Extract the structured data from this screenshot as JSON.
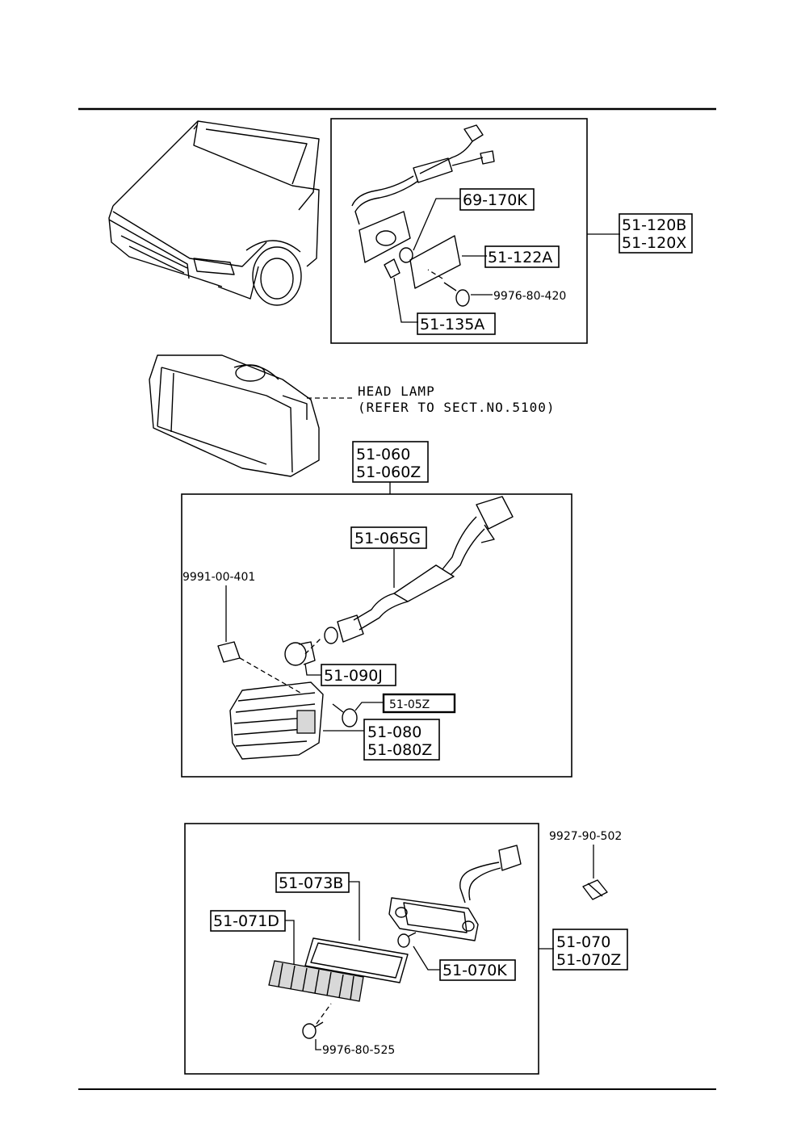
{
  "notes": {
    "headlamp_line1": "HEAD LAMP",
    "headlamp_line2": "(REFER TO SECT.NO.5100)"
  },
  "side_marker": {
    "assembly_line1": "51-120B",
    "assembly_line2": "51-120X",
    "socket": "69-170K",
    "lens": "51-122A",
    "screw": "9976-80-420",
    "gasket": "51-135A"
  },
  "front_combination": {
    "assembly_line1": "51-060",
    "assembly_line2": "51-060Z",
    "harness": "51-065G",
    "clip": "9991-00-401",
    "bulb": "51-090J",
    "screw": "51-05Z",
    "lens_line1": "51-080",
    "lens_line2": "51-080Z"
  },
  "clearance_lamp": {
    "assembly_line1": "51-070",
    "assembly_line2": "51-070Z",
    "clip": "9927-90-502",
    "gasket": "51-073B",
    "lens": "51-071D",
    "bulb": "51-070K",
    "screw": "9976-80-525"
  }
}
